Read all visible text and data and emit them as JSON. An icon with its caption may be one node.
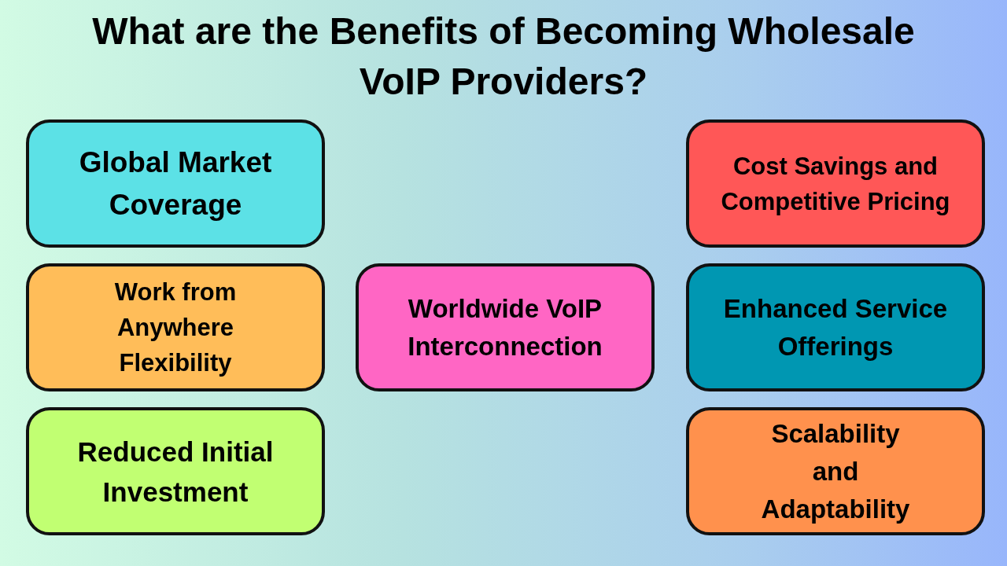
{
  "diagram": {
    "title": "What are the Benefits of Becoming Wholesale VoIP Providers?",
    "nodes": [
      {
        "text": [
          "Global Market Coverage"
        ]
      },
      {
        "text": [
          "Cost Savings and Competitive Pricing"
        ]
      },
      {
        "text": [
          "Work from Anywhere Flexibility"
        ]
      },
      {
        "text": [
          "Worldwide VoIP Interconnection"
        ]
      },
      {
        "text": [
          "Enhanced Service Offerings"
        ]
      },
      {
        "text": [
          "Reduced Initial Investment"
        ]
      },
      {
        "text": [
          "Scalability and Adaptability"
        ]
      }
    ]
  }
}
